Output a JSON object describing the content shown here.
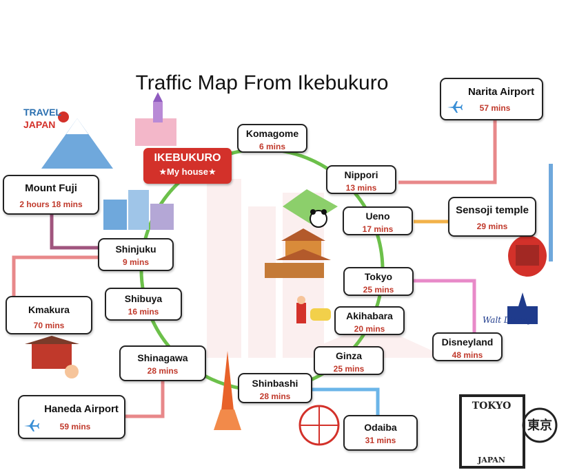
{
  "title": "Traffic Map From Ikebukuro",
  "origin": {
    "name": "IKEBUKURO",
    "note": "★My house★"
  },
  "stations": [
    {
      "id": "komagome",
      "name": "Komagome",
      "time": "6 mins"
    },
    {
      "id": "nippori",
      "name": "Nippori",
      "time": "13 mins"
    },
    {
      "id": "ueno",
      "name": "Ueno",
      "time": "17 mins"
    },
    {
      "id": "tokyo",
      "name": "Tokyo",
      "time": "25 mins"
    },
    {
      "id": "akihabara",
      "name": "Akihabara",
      "time": "20 mins"
    },
    {
      "id": "ginza",
      "name": "Ginza",
      "time": "25 mins"
    },
    {
      "id": "shinbashi",
      "name": "Shinbashi",
      "time": "28 mins"
    },
    {
      "id": "shinagawa",
      "name": "Shinagawa",
      "time": "28 mins"
    },
    {
      "id": "shibuya",
      "name": "Shibuya",
      "time": "16 mins"
    },
    {
      "id": "shinjuku",
      "name": "Shinjuku",
      "time": "9 mins"
    }
  ],
  "destinations": [
    {
      "id": "narita",
      "name": "Narita Airport",
      "time": "57 mins",
      "line_color": "#e8888a"
    },
    {
      "id": "sensoji",
      "name": "Sensoji temple",
      "time": "29 mins",
      "line_color": "#f2b24a"
    },
    {
      "id": "disneyland",
      "name": "Disneyland",
      "time": "48 mins",
      "line_color": "#e88ac8"
    },
    {
      "id": "odaiba",
      "name": "Odaiba",
      "time": "31 mins",
      "line_color": "#6bb5e8"
    },
    {
      "id": "haneda",
      "name": "Haneda Airport",
      "time": "59 mins",
      "line_color": "#e8888a"
    },
    {
      "id": "kmakura",
      "name": "Kmakura",
      "time": "70 mins",
      "line_color": "#e8888a"
    },
    {
      "id": "fuji",
      "name": "Mount Fuji",
      "time": "2 hours 18 mins",
      "line_color": "#a0557e"
    }
  ],
  "decor": {
    "travel_badge_line1": "TRAVEL",
    "travel_badge_line2": "JAPAN",
    "disney_logo_text": "Walt Disney",
    "stamp_top": "TOKYO",
    "stamp_bottom": "JAPAN",
    "stamp_kanji": "東京"
  },
  "colors": {
    "loop_line": "#6cc04a",
    "origin_box": "#d3312a",
    "time_text": "#c0392b",
    "plane_icon": "#3a8fd6"
  }
}
